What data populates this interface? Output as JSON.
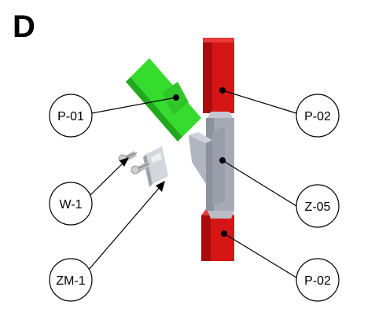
{
  "section_letter": "D",
  "labels": {
    "p01": "P-01",
    "p02_top": "P-02",
    "w1": "W-1",
    "z05": "Z-05",
    "zm1": "ZM-1",
    "p02_bottom": "P-02"
  },
  "colors": {
    "green_profile": "#33d92b",
    "red_profile": "#cc1111",
    "connector": "#a9adb8",
    "clip": "#c3c7cf",
    "screw": "#b8b8b8",
    "outline": "#000000"
  },
  "icons": {
    "screw": "screw-icon",
    "clip": "mounting-clip-icon"
  }
}
